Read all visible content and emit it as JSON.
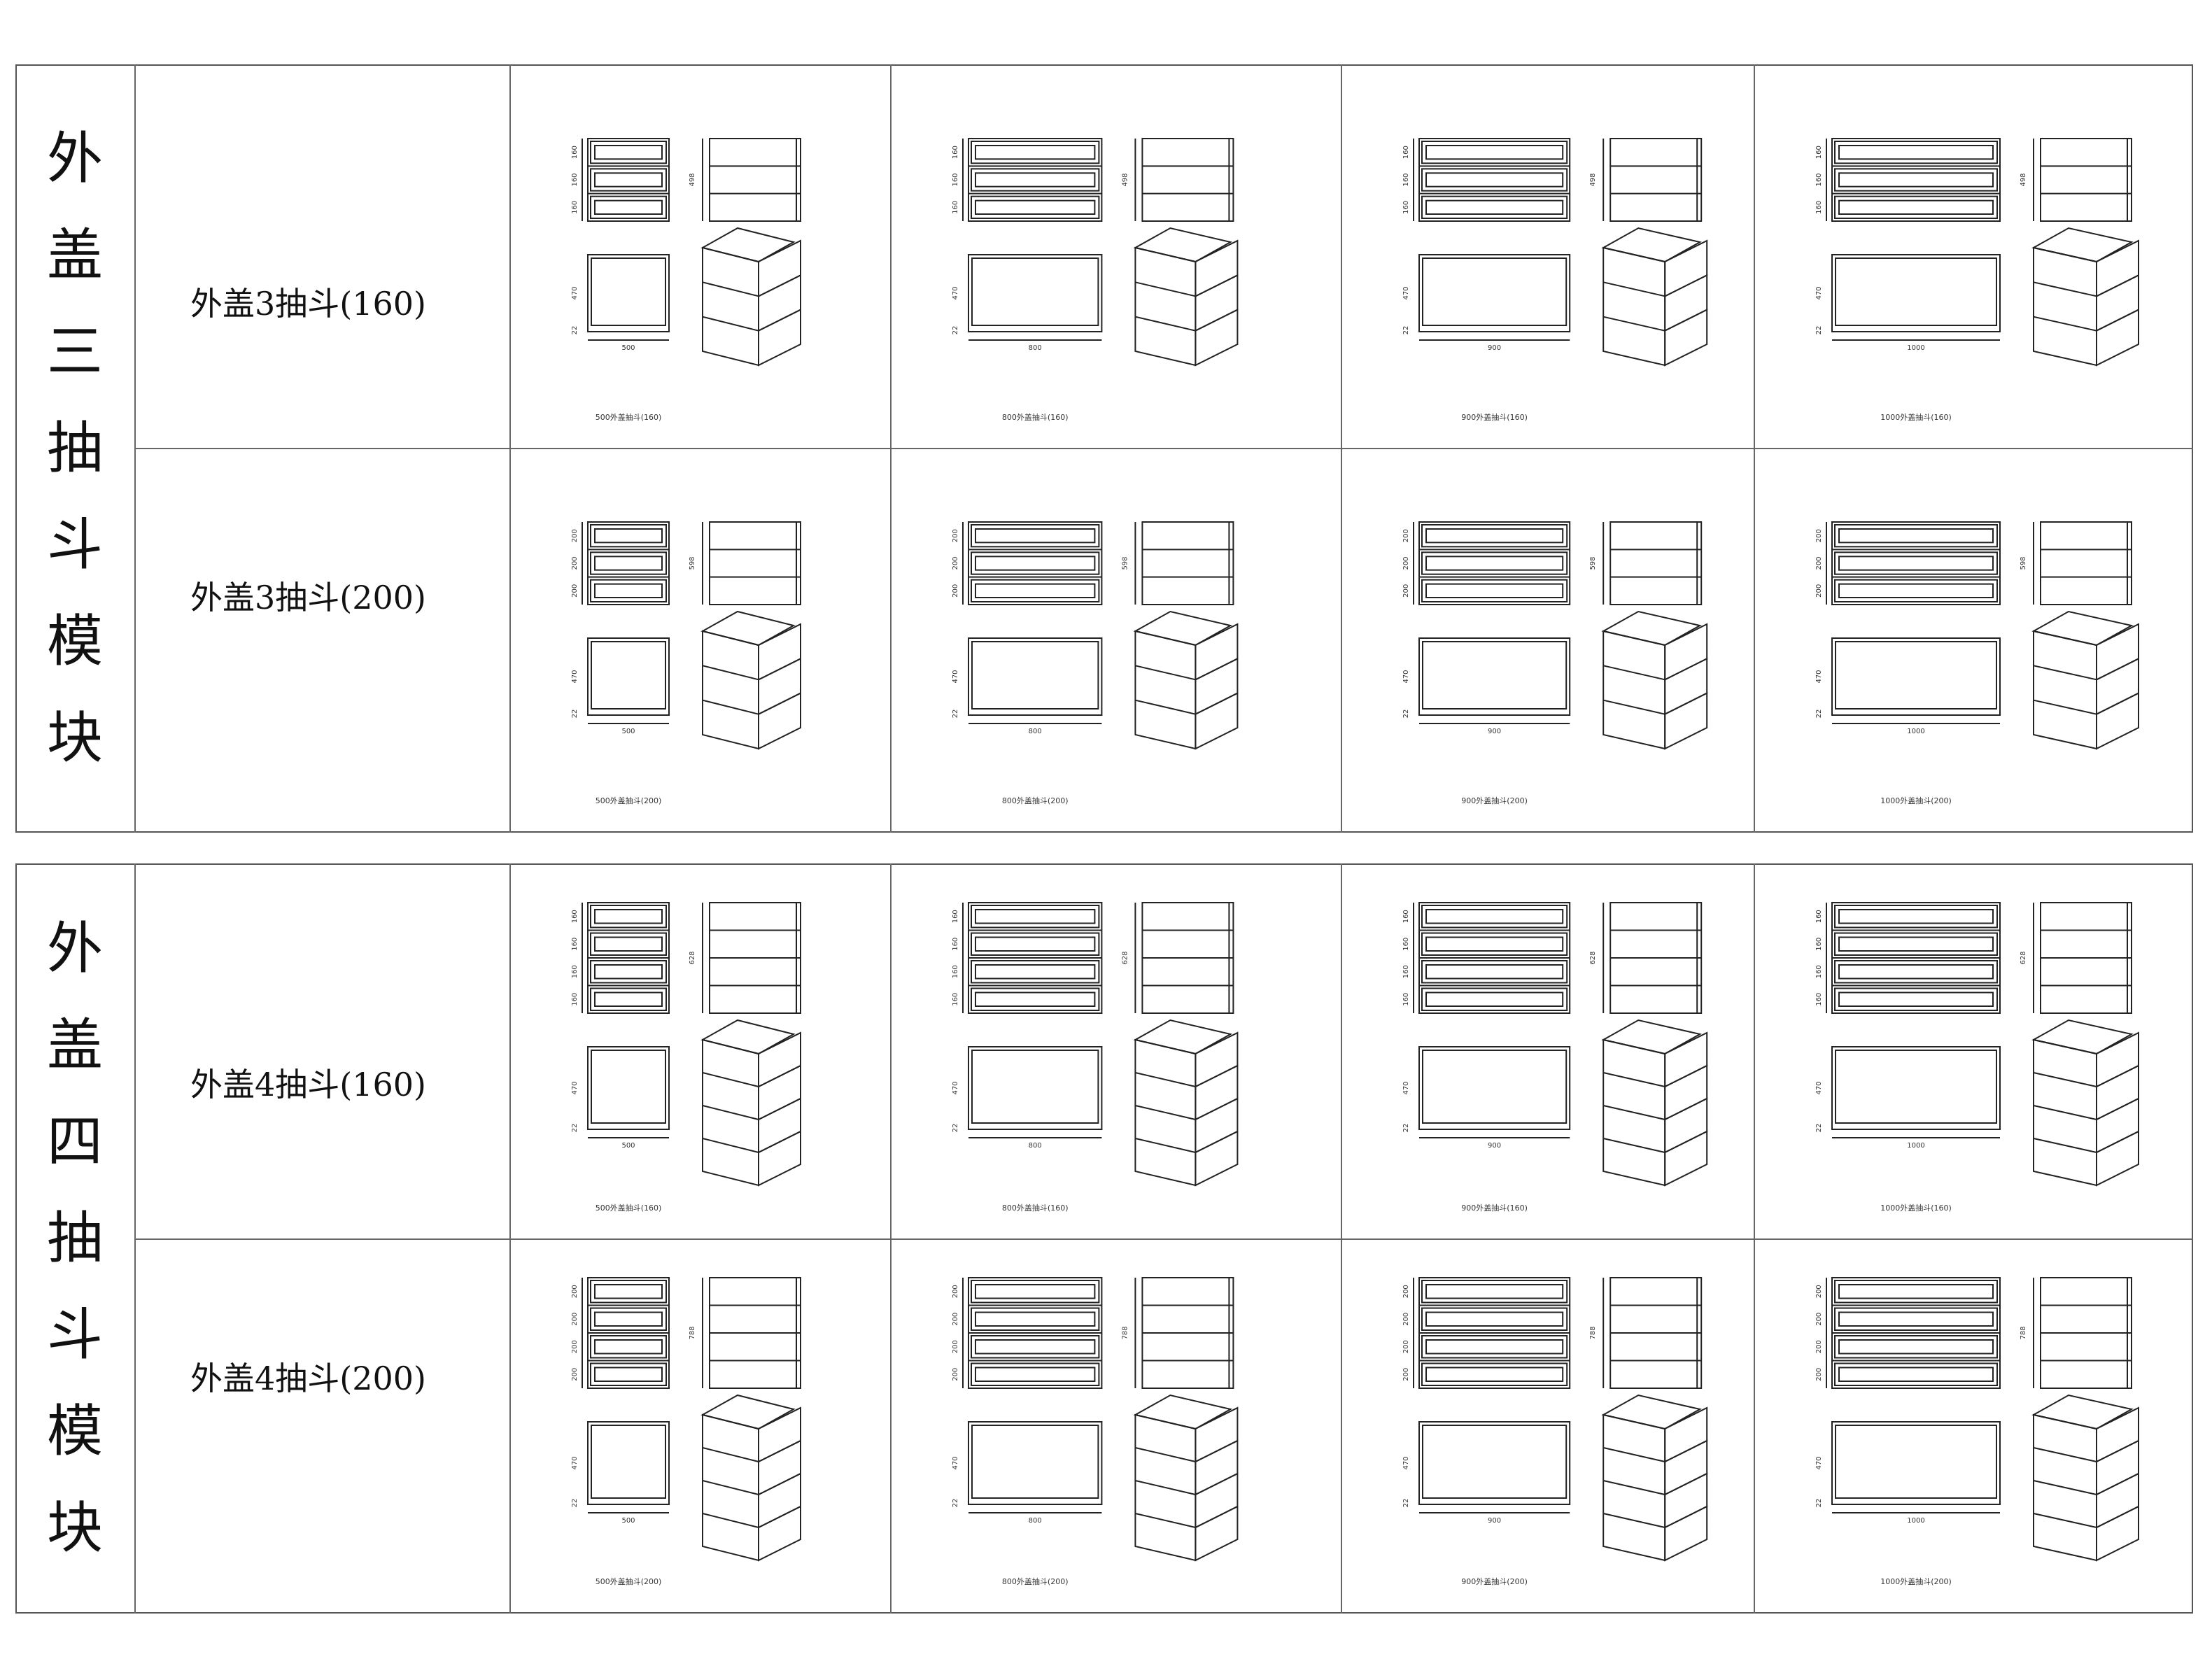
{
  "modules": [
    {
      "title": "外盖三抽斗模块",
      "title_chars": [
        "外",
        "盖",
        "三",
        "抽",
        "斗",
        "模",
        "块"
      ],
      "drawer_count": 3,
      "rows": [
        {
          "label": "外盖3抽斗(160)",
          "front_dims": [
            "160",
            "160",
            "160"
          ],
          "side_height": "498",
          "plan_depth": "470",
          "plan_foot": "22",
          "variants": [
            {
              "width": "500",
              "caption": "500外盖抽斗(160)"
            },
            {
              "width": "800",
              "caption": "800外盖抽斗(160)"
            },
            {
              "width": "900",
              "caption": "900外盖抽斗(160)"
            },
            {
              "width": "1000",
              "caption": "1000外盖抽斗(160)"
            }
          ]
        },
        {
          "label": "外盖3抽斗(200)",
          "front_dims": [
            "200",
            "200",
            "200"
          ],
          "side_height": "598",
          "plan_depth": "470",
          "plan_foot": "22",
          "variants": [
            {
              "width": "500",
              "caption": "500外盖抽斗(200)"
            },
            {
              "width": "800",
              "caption": "800外盖抽斗(200)"
            },
            {
              "width": "900",
              "caption": "900外盖抽斗(200)"
            },
            {
              "width": "1000",
              "caption": "1000外盖抽斗(200)"
            }
          ]
        }
      ]
    },
    {
      "title": "外盖四抽斗模块",
      "title_chars": [
        "外",
        "盖",
        "四",
        "抽",
        "斗",
        "模",
        "块"
      ],
      "drawer_count": 4,
      "rows": [
        {
          "label": "外盖4抽斗(160)",
          "front_dims": [
            "160",
            "160",
            "160",
            "160"
          ],
          "side_height": "628",
          "plan_depth": "470",
          "plan_foot": "22",
          "variants": [
            {
              "width": "500",
              "caption": "500外盖抽斗(160)"
            },
            {
              "width": "800",
              "caption": "800外盖抽斗(160)"
            },
            {
              "width": "900",
              "caption": "900外盖抽斗(160)"
            },
            {
              "width": "1000",
              "caption": "1000外盖抽斗(160)"
            }
          ]
        },
        {
          "label": "外盖4抽斗(200)",
          "front_dims": [
            "200",
            "200",
            "200",
            "200"
          ],
          "side_height": "788",
          "plan_depth": "470",
          "plan_foot": "22",
          "variants": [
            {
              "width": "500",
              "caption": "500外盖抽斗(200)"
            },
            {
              "width": "800",
              "caption": "800外盖抽斗(200)"
            },
            {
              "width": "900",
              "caption": "900外盖抽斗(200)"
            },
            {
              "width": "1000",
              "caption": "1000外盖抽斗(200)"
            }
          ]
        }
      ]
    }
  ]
}
